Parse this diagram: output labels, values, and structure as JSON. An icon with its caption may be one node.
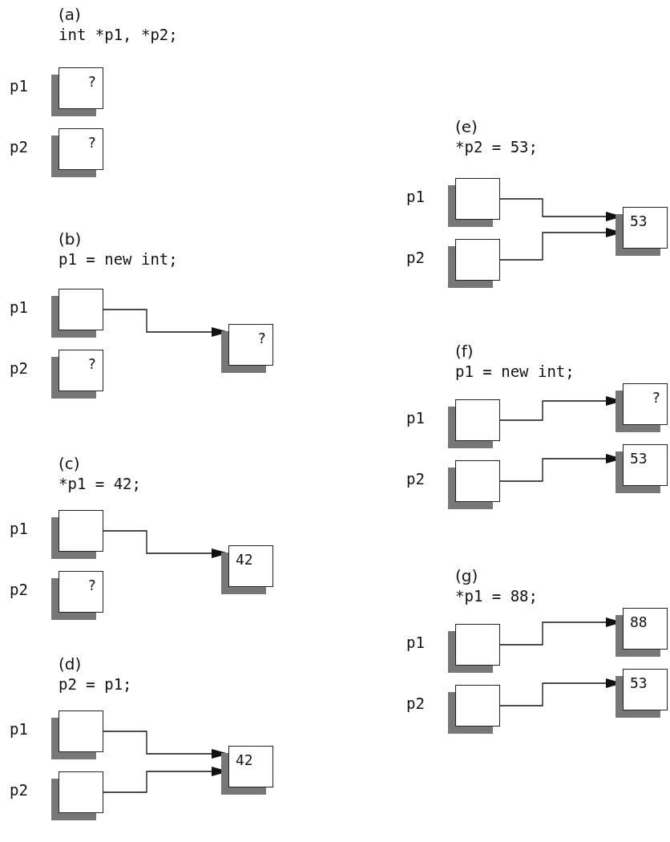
{
  "diagram": {
    "nodes": [
      {
        "text": [
          "?"
        ],
        "beside": [
          "p1"
        ]
      },
      {
        "text": [
          "?"
        ],
        "beside": [
          "p2"
        ]
      },
      {
        "text": [],
        "shape": "box",
        "beside": [
          "p1"
        ]
      },
      {
        "text": [
          "?"
        ]
      },
      {
        "text": [
          "?"
        ],
        "beside": [
          "p2"
        ]
      },
      {
        "text": [],
        "shape": "box",
        "beside": [
          "p1"
        ]
      },
      {
        "text": [
          "42"
        ]
      },
      {
        "text": [
          "?"
        ],
        "beside": [
          "p2"
        ]
      },
      {
        "text": [],
        "shape": "box",
        "beside": [
          "p1"
        ]
      },
      {
        "text": [
          "42"
        ]
      },
      {
        "text": [],
        "shape": "box",
        "beside": [
          "p2"
        ]
      },
      {
        "text": [],
        "shape": "box",
        "beside": [
          "p1"
        ]
      },
      {
        "text": [
          "53"
        ]
      },
      {
        "text": [],
        "shape": "box",
        "beside": [
          "p2"
        ]
      },
      {
        "text": [],
        "shape": "box",
        "beside": [
          "p1"
        ]
      },
      {
        "text": [
          "?"
        ]
      },
      {
        "text": [],
        "shape": "box",
        "beside": [
          "p2"
        ]
      },
      {
        "text": [
          "53"
        ]
      },
      {
        "text": [],
        "shape": "box",
        "beside": [
          "p1"
        ]
      },
      {
        "text": [
          "88"
        ]
      },
      {
        "text": [],
        "shape": "box",
        "beside": [
          "p2"
        ]
      },
      {
        "text": [
          "53"
        ]
      }
    ],
    "edges": [
      {
        "from": 2,
        "to": 3,
        "arrow": "to"
      },
      {
        "from": 5,
        "to": 6,
        "arrow": "to"
      },
      {
        "from": 8,
        "to": 9,
        "arrow": "to"
      },
      {
        "from": 10,
        "to": 9,
        "arrow": "to"
      },
      {
        "from": 11,
        "to": 12,
        "arrow": "to"
      },
      {
        "from": 13,
        "to": 12,
        "arrow": "to"
      },
      {
        "from": 14,
        "to": 15,
        "arrow": "to"
      },
      {
        "from": 16,
        "to": 17,
        "arrow": "to"
      },
      {
        "from": 18,
        "to": 19,
        "arrow": "to"
      },
      {
        "from": 20,
        "to": 21,
        "arrow": "to"
      }
    ],
    "labels": [
      "(a)",
      "int *p1, *p2;",
      "(b)",
      "p1 = new int;",
      "(c)",
      "*p1 = 42;",
      "(d)",
      "p2 = p1;",
      "(e)",
      "*p2 = 53;",
      "(f)",
      "p1 = new int;",
      "(g)",
      "*p1 = 88;"
    ]
  }
}
